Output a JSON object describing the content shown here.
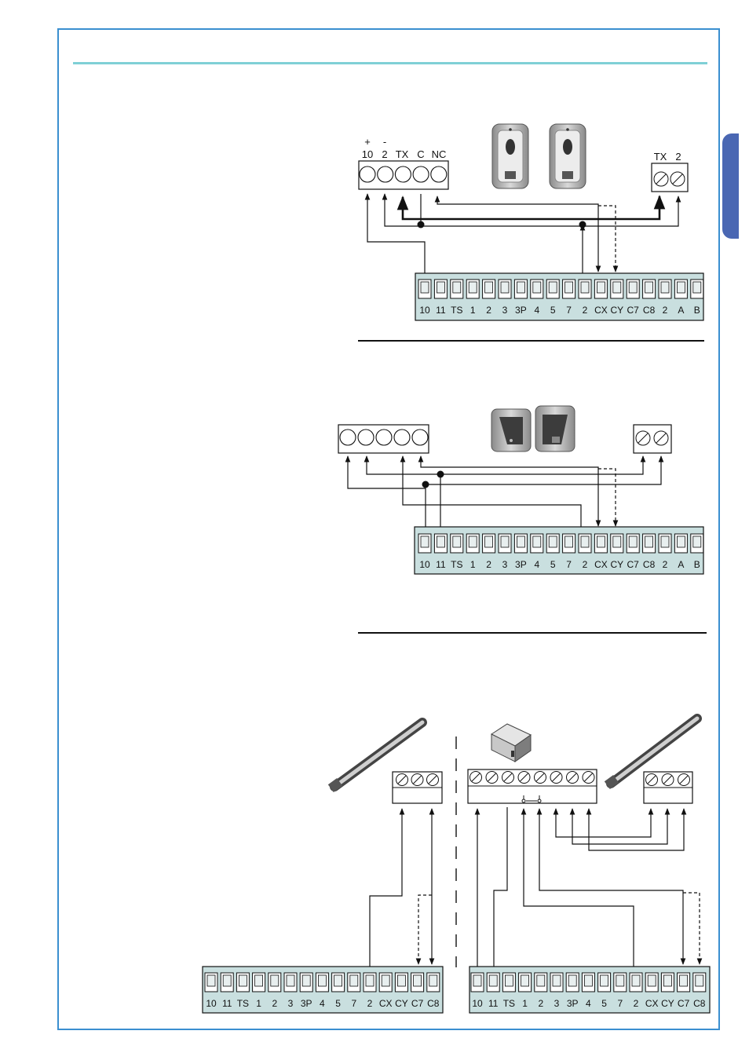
{
  "colors": {
    "frame": "#3a8fd0",
    "top_rule": "#7fd0d6",
    "side_tab": "#4a67b3",
    "terminal_block": "#c9dfdf",
    "wire": "#111111"
  },
  "terminal_strip_labels": [
    "10",
    "11",
    "TS",
    "1",
    "2",
    "3",
    "3P",
    "4",
    "5",
    "7",
    "2",
    "CX",
    "CY",
    "C7",
    "C8",
    "2",
    "A",
    "B"
  ],
  "terminal_strip_short_labels": [
    "10",
    "11",
    "TS",
    "1",
    "2",
    "3",
    "3P",
    "4",
    "5",
    "7",
    "2",
    "CX",
    "CY",
    "C7",
    "C8"
  ],
  "diagram1": {
    "receiver_labels": [
      "10",
      "2",
      "TX",
      "C",
      "NC"
    ],
    "receiver_polarity": [
      "+",
      "-"
    ],
    "transmitter_labels": [
      "TX",
      "2"
    ]
  },
  "icons": {
    "photocell": "photocell-icon",
    "post_photocell": "post-photocell-icon",
    "safety_edge": "safety-edge-icon",
    "edge_control_box": "edge-control-box-icon"
  }
}
